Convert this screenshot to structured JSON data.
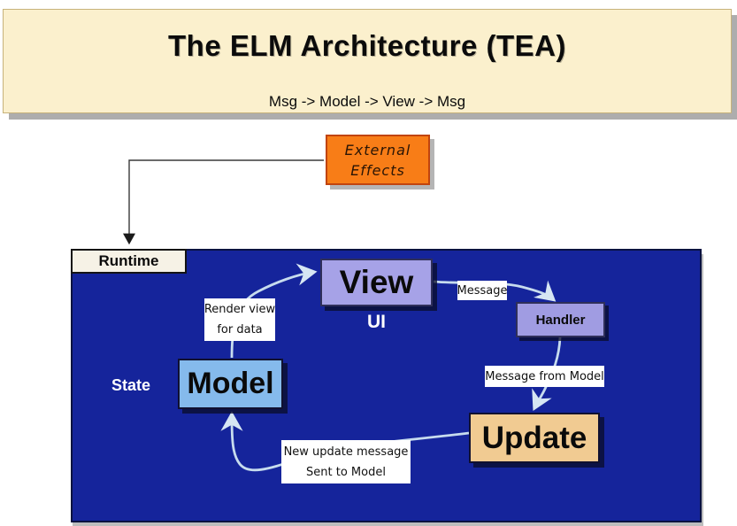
{
  "banner": {
    "title": "The ELM Architecture (TEA)",
    "subtitle": "Msg -> Model -> View -> Msg"
  },
  "external_effects": {
    "line1": "External",
    "line2": "Effects"
  },
  "runtime": {
    "label": "Runtime"
  },
  "nodes": {
    "view": "View",
    "ui": "UI",
    "handler": "Handler",
    "model": "Model",
    "state": "State",
    "update": "Update"
  },
  "flow_labels": {
    "render_view": {
      "line1": "Render view",
      "line2": "for data"
    },
    "message": "Message",
    "message_from_model": "Message from Model",
    "new_update": {
      "line1": "New update message",
      "line2": "Sent to Model"
    }
  },
  "colors": {
    "banner_bg": "#FBF0CD",
    "external_bg": "#F87D17",
    "runtime_bg": "#15249B",
    "view_bg": "#A6A2E7",
    "handler_bg": "#A09CE2",
    "model_bg": "#85BAEC",
    "update_bg": "#F1CB92",
    "flow_arrow": "#C7DCEE"
  }
}
